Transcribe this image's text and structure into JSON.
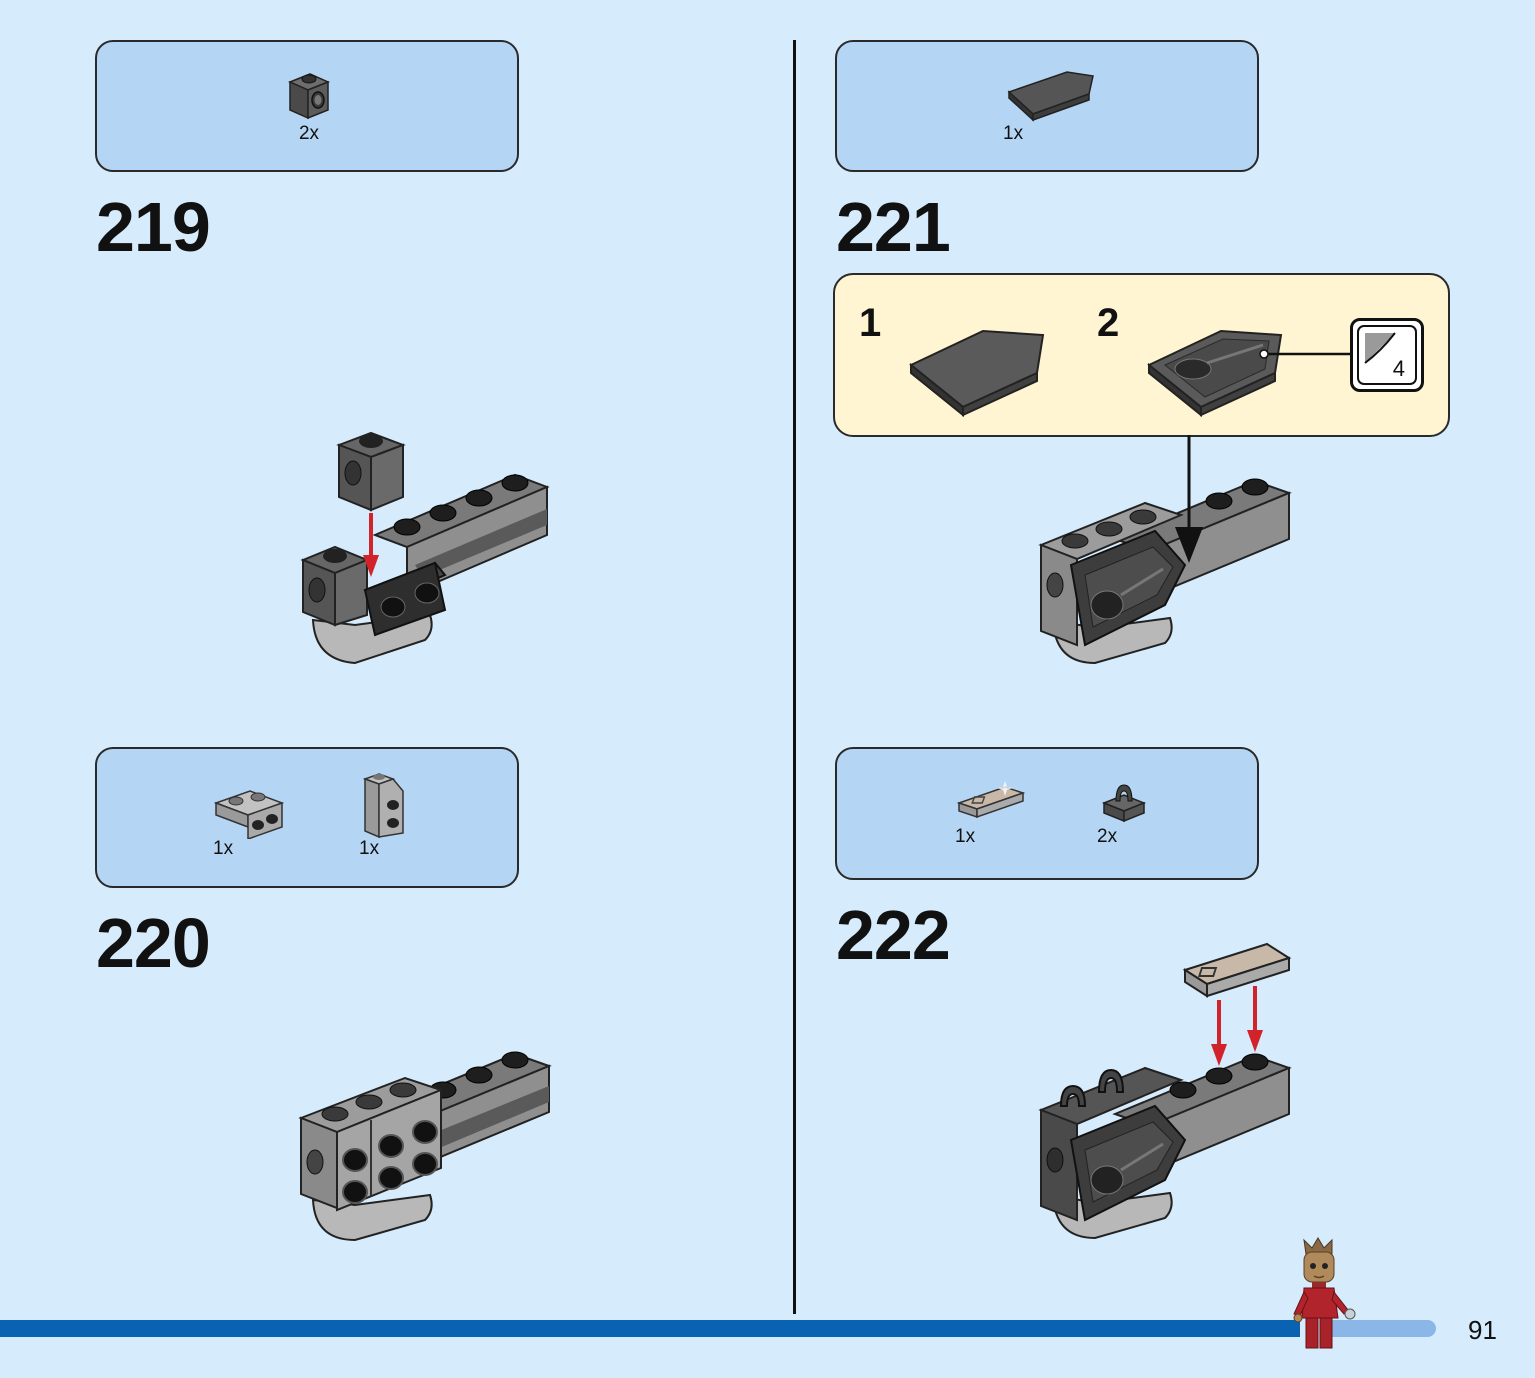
{
  "page": {
    "number": "91",
    "accent_color": "#0963b2",
    "background_color": "#d6ebfb"
  },
  "steps": [
    {
      "number": "219",
      "parts": [
        {
          "qty": "2x",
          "icon": "brick-1x1-with-hole"
        }
      ]
    },
    {
      "number": "220",
      "parts": [
        {
          "qty": "1x",
          "icon": "bracket-1x2-2x2"
        },
        {
          "qty": "1x",
          "icon": "bracket-1x1-1x2"
        }
      ]
    },
    {
      "number": "221",
      "parts": [
        {
          "qty": "1x",
          "icon": "wedge-plate"
        }
      ],
      "substeps": [
        {
          "number": "1",
          "icon": "wedge-plate"
        },
        {
          "number": "2",
          "icon": "wedge-plate-with-sticker"
        }
      ],
      "sticker": {
        "count": "4",
        "icon": "sticker-sheet-icon"
      }
    },
    {
      "number": "222",
      "parts": [
        {
          "qty": "1x",
          "icon": "tile-1x2-printed"
        },
        {
          "qty": "2x",
          "icon": "plate-clip"
        }
      ]
    }
  ],
  "character": {
    "icon": "groot-minifigure"
  }
}
